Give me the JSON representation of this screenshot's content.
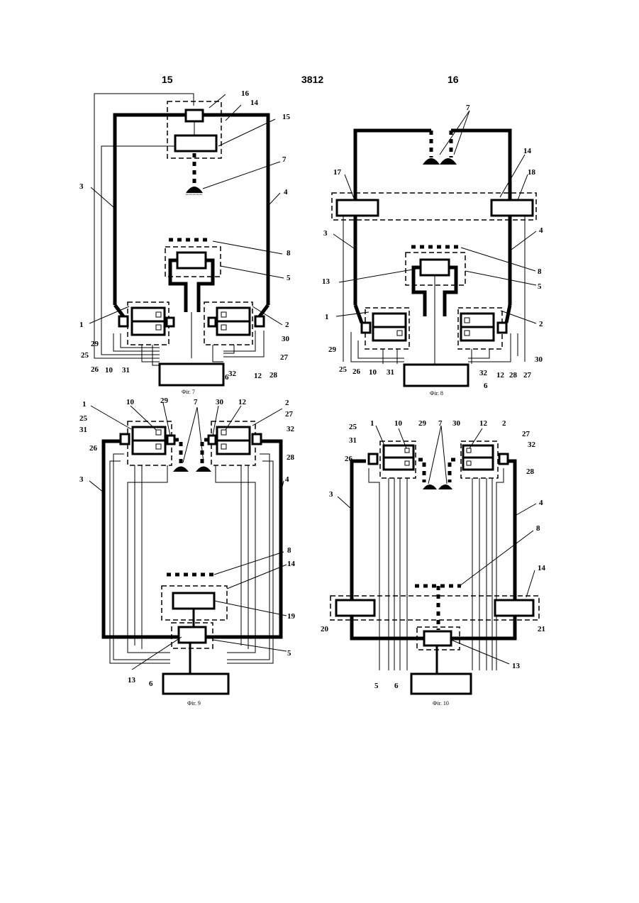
{
  "header": {
    "left_page": "15",
    "center_number": "3812",
    "right_page": "16"
  },
  "fig7": {
    "caption": "Фіг. 7",
    "labels": {
      "l1": "1",
      "l2": "2",
      "l3": "3",
      "l4": "4",
      "l5": "5",
      "l6": "6",
      "l7": "7",
      "l8": "8",
      "l10": "10",
      "l12": "12",
      "l14": "14",
      "l15": "15",
      "l16": "16",
      "l25": "25",
      "l26": "26",
      "l27": "27",
      "l28": "28",
      "l29": "29",
      "l30": "30",
      "l31": "31",
      "l32": "32"
    }
  },
  "fig8": {
    "caption": "Фіг. 8",
    "labels": {
      "l1": "1",
      "l2": "2",
      "l3": "3",
      "l4": "4",
      "l5": "5",
      "l6": "6",
      "l7": "7",
      "l8": "8",
      "l10": "10",
      "l12": "12",
      "l13": "13",
      "l14": "14",
      "l17": "17",
      "l18": "18",
      "l25": "25",
      "l26": "26",
      "l27": "27",
      "l28": "28",
      "l29": "29",
      "l30": "30",
      "l31": "31",
      "l32": "32"
    }
  },
  "fig9": {
    "caption": "Фіг. 9",
    "labels": {
      "l1": "1",
      "l2": "2",
      "l3": "3",
      "l4": "4",
      "l5": "5",
      "l6": "6",
      "l7": "7",
      "l8": "8",
      "l10": "10",
      "l12": "12",
      "l13": "13",
      "l14": "14",
      "l19": "19",
      "l25": "25",
      "l26": "26",
      "l27": "27",
      "l28": "28",
      "l29": "29",
      "l30": "30",
      "l31": "31",
      "l32": "32"
    }
  },
  "fig10": {
    "caption": "Фіг. 10",
    "labels": {
      "l1": "1",
      "l2": "2",
      "l3": "3",
      "l4": "4",
      "l5": "5",
      "l6": "6",
      "l7": "7",
      "l8": "8",
      "l10": "10",
      "l12": "12",
      "l13": "13",
      "l14": "14",
      "l20": "20",
      "l21": "21",
      "l25": "25",
      "l26": "26",
      "l27": "27",
      "l28": "28",
      "l29": "29",
      "l30": "30",
      "l31": "31",
      "l32": "32"
    }
  }
}
